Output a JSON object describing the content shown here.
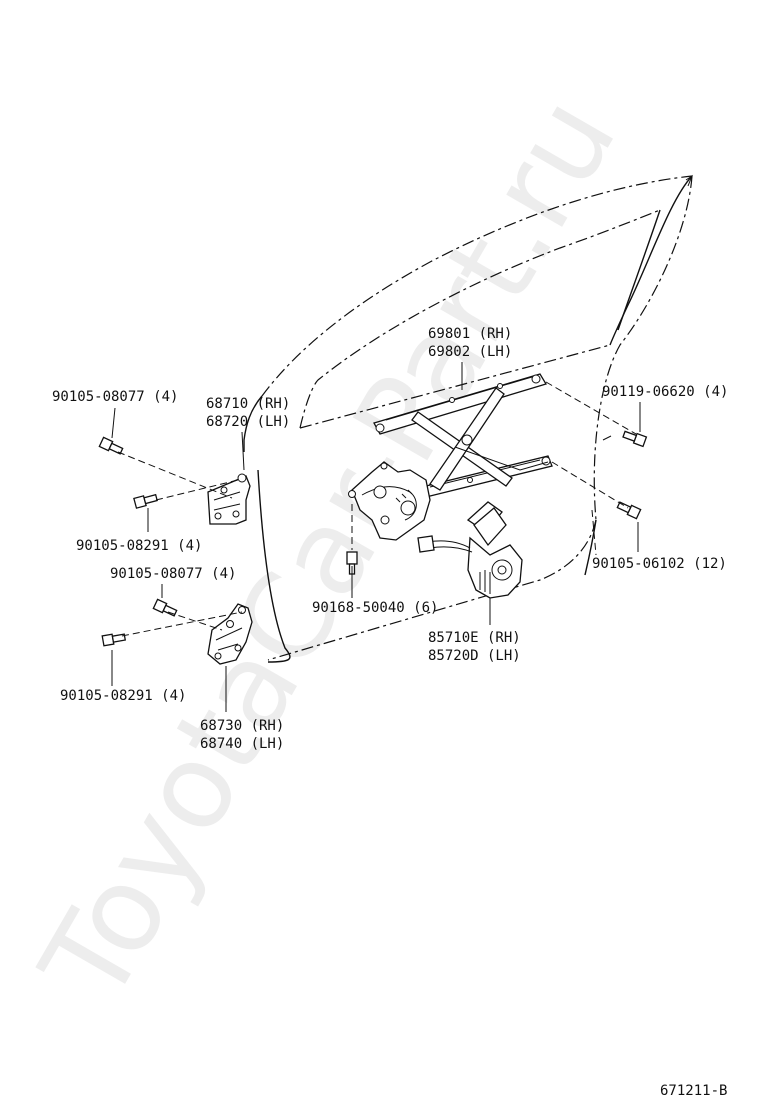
{
  "watermark": "ToyotaCar-Part.ru",
  "diagram_id": "671211-B",
  "labels": {
    "p69801": "69801 (RH)",
    "p69802": "69802 (LH)",
    "p68710": "68710 (RH)",
    "p68720": "68720 (LH)",
    "p90105_08077_top": "90105-08077 (4)",
    "p90119_06620": "90119-06620 (4)",
    "p90105_08291_top": "90105-08291 (4)",
    "p90105_08077_mid": "90105-08077 (4)",
    "p90105_06102": "90105-06102 (12)",
    "p90168_50040": "90168-50040 (6)",
    "p85710E": "85710E (RH)",
    "p85720D": "85720D (LH)",
    "p90105_08291_bot": "90105-08291 (4)",
    "p68730": "68730 (RH)",
    "p68740": "68740 (LH)"
  }
}
